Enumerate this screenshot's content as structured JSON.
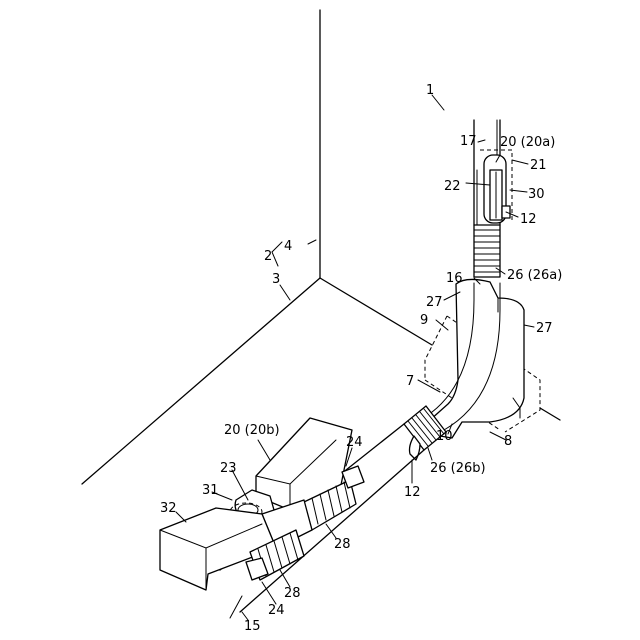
{
  "labels": {
    "n1": "1",
    "n2": "2",
    "n3": "3",
    "n4": "4",
    "n7": "7",
    "n8": "8",
    "n9": "9",
    "n10": "10",
    "n12a": "12",
    "n12b": "12",
    "n15": "15",
    "n16": "16",
    "n17": "17",
    "n20a": "20 (20a)",
    "n20b": "20 (20b)",
    "n21": "21",
    "n22": "22",
    "n23": "23",
    "n24a": "24",
    "n24b": "24",
    "n26a": "26 (26a)",
    "n26b": "26 (26b)",
    "n27a": "27",
    "n27b": "27",
    "n28a": "28",
    "n28b": "28",
    "n30": "30",
    "n31": "31",
    "n32": "32"
  }
}
